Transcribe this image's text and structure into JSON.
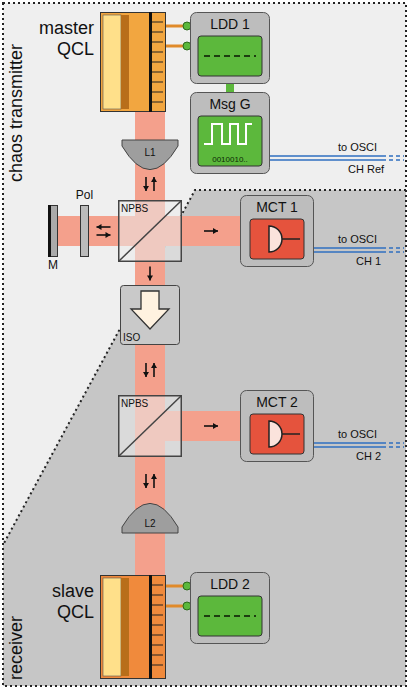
{
  "diagram": {
    "nodes": [
      {
        "text": [
          "master QCL"
        ]
      },
      {
        "text": [
          "LDD 1"
        ]
      },
      {
        "text": [
          "Msg G",
          "0010010.."
        ]
      },
      {
        "text": [
          "L1"
        ]
      },
      {
        "text": [
          "M"
        ]
      },
      {
        "text": [
          "Pol"
        ]
      },
      {
        "text": [
          "NPBS"
        ]
      },
      {
        "text": [
          "MCT 1"
        ]
      },
      {
        "text": [
          "ISO"
        ]
      },
      {
        "text": [
          "NPBS"
        ]
      },
      {
        "text": [
          "MCT 2"
        ]
      },
      {
        "text": [
          "L2"
        ]
      },
      {
        "text": [
          "slave QCL"
        ]
      },
      {
        "text": [
          "LDD 2"
        ]
      }
    ],
    "edges": [
      {
        "from": 1,
        "to": 0,
        "arrow": "none"
      },
      {
        "from": 2,
        "to": 1,
        "arrow": "none"
      },
      {
        "from": 0,
        "to": 3,
        "arrow": "none"
      },
      {
        "from": 3,
        "to": 6,
        "arrow": "both"
      },
      {
        "from": 6,
        "to": 5,
        "arrow": "both"
      },
      {
        "from": 5,
        "to": 4,
        "arrow": "none"
      },
      {
        "from": 6,
        "to": 7,
        "arrow": "to"
      },
      {
        "from": 6,
        "to": 8,
        "arrow": "to"
      },
      {
        "from": 8,
        "to": 9,
        "arrow": "both"
      },
      {
        "from": 9,
        "to": 10,
        "arrow": "to"
      },
      {
        "from": 9,
        "to": 11,
        "arrow": "both"
      },
      {
        "from": 11,
        "to": 12,
        "arrow": "none"
      },
      {
        "from": 13,
        "to": 12,
        "arrow": "none"
      }
    ],
    "labels": [
      "chaos transmitter",
      "receiver",
      "to OSCI",
      "CH Ref",
      "to OSCI",
      "CH 1",
      "to OSCI",
      "CH 2"
    ]
  }
}
